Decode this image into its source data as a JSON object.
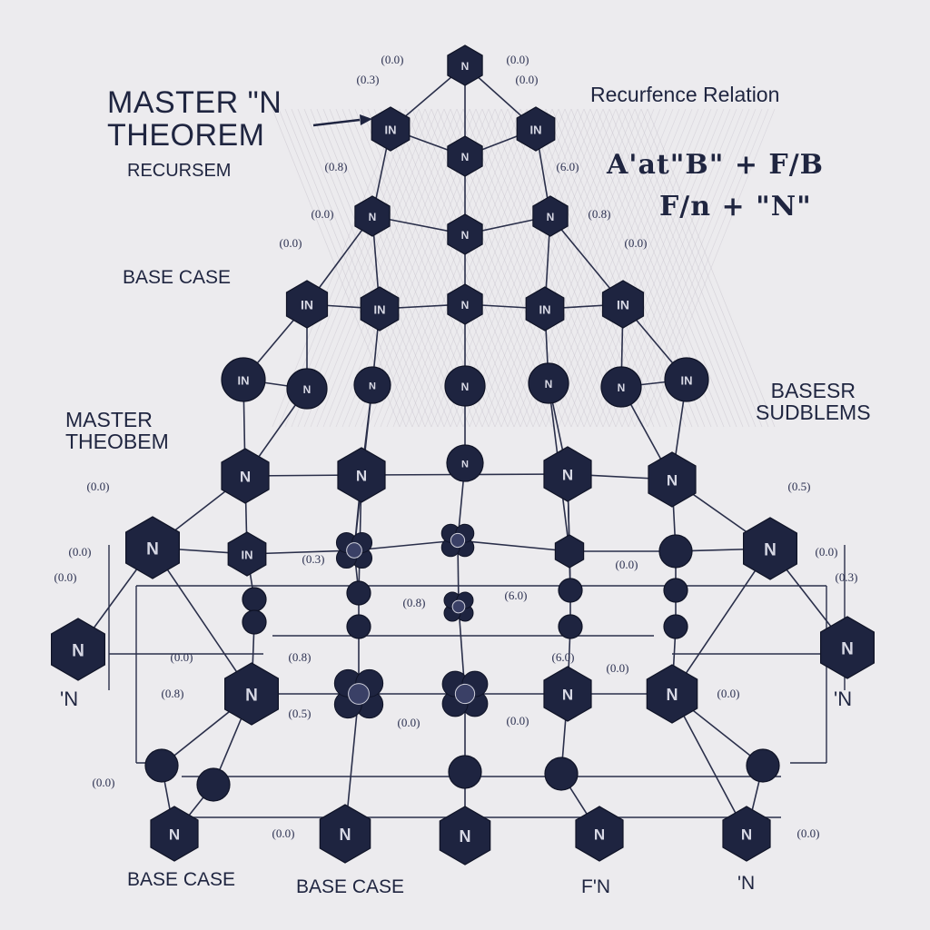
{
  "labels": {
    "master_line1": "MASTER \"N",
    "master_line2": "THEOREM",
    "recursem": "RECURSEM",
    "recurrence_title": "Recurfence Relation",
    "formula_line1": "A'at\"B\" + F/B",
    "formula_line2": "F/n + \"N\"",
    "base_case_top": "BASE CASE",
    "master2_line1": "MASTER",
    "master2_line2": "THEOBEM",
    "subproblems_line1": "BASESR",
    "subproblems_line2": "SUDBLEMS",
    "n_left": "'N",
    "n_right": "'N",
    "base_case_bottom_left": "BASE CASE",
    "base_case_bottom_mid": "BASE CASE",
    "fn_bottom": "F'N",
    "on_bottom": "'N"
  },
  "colors": {
    "background": "#ecebee",
    "node_fill": "#1e2440",
    "line": "#2a2f4a",
    "text": "#1f2540"
  },
  "node_labels": {
    "large": "N",
    "medium": "IN",
    "small": "N"
  },
  "annotations": [
    "(0.0)",
    "(0.0)",
    "(0.3)",
    "(0.0)",
    "(0.8)",
    "(6.0)",
    "(0.0)",
    "(0.8)",
    "(0.0)",
    "(0.0)",
    "(0.0)",
    "(0.5)",
    "(0.0)"
  ]
}
